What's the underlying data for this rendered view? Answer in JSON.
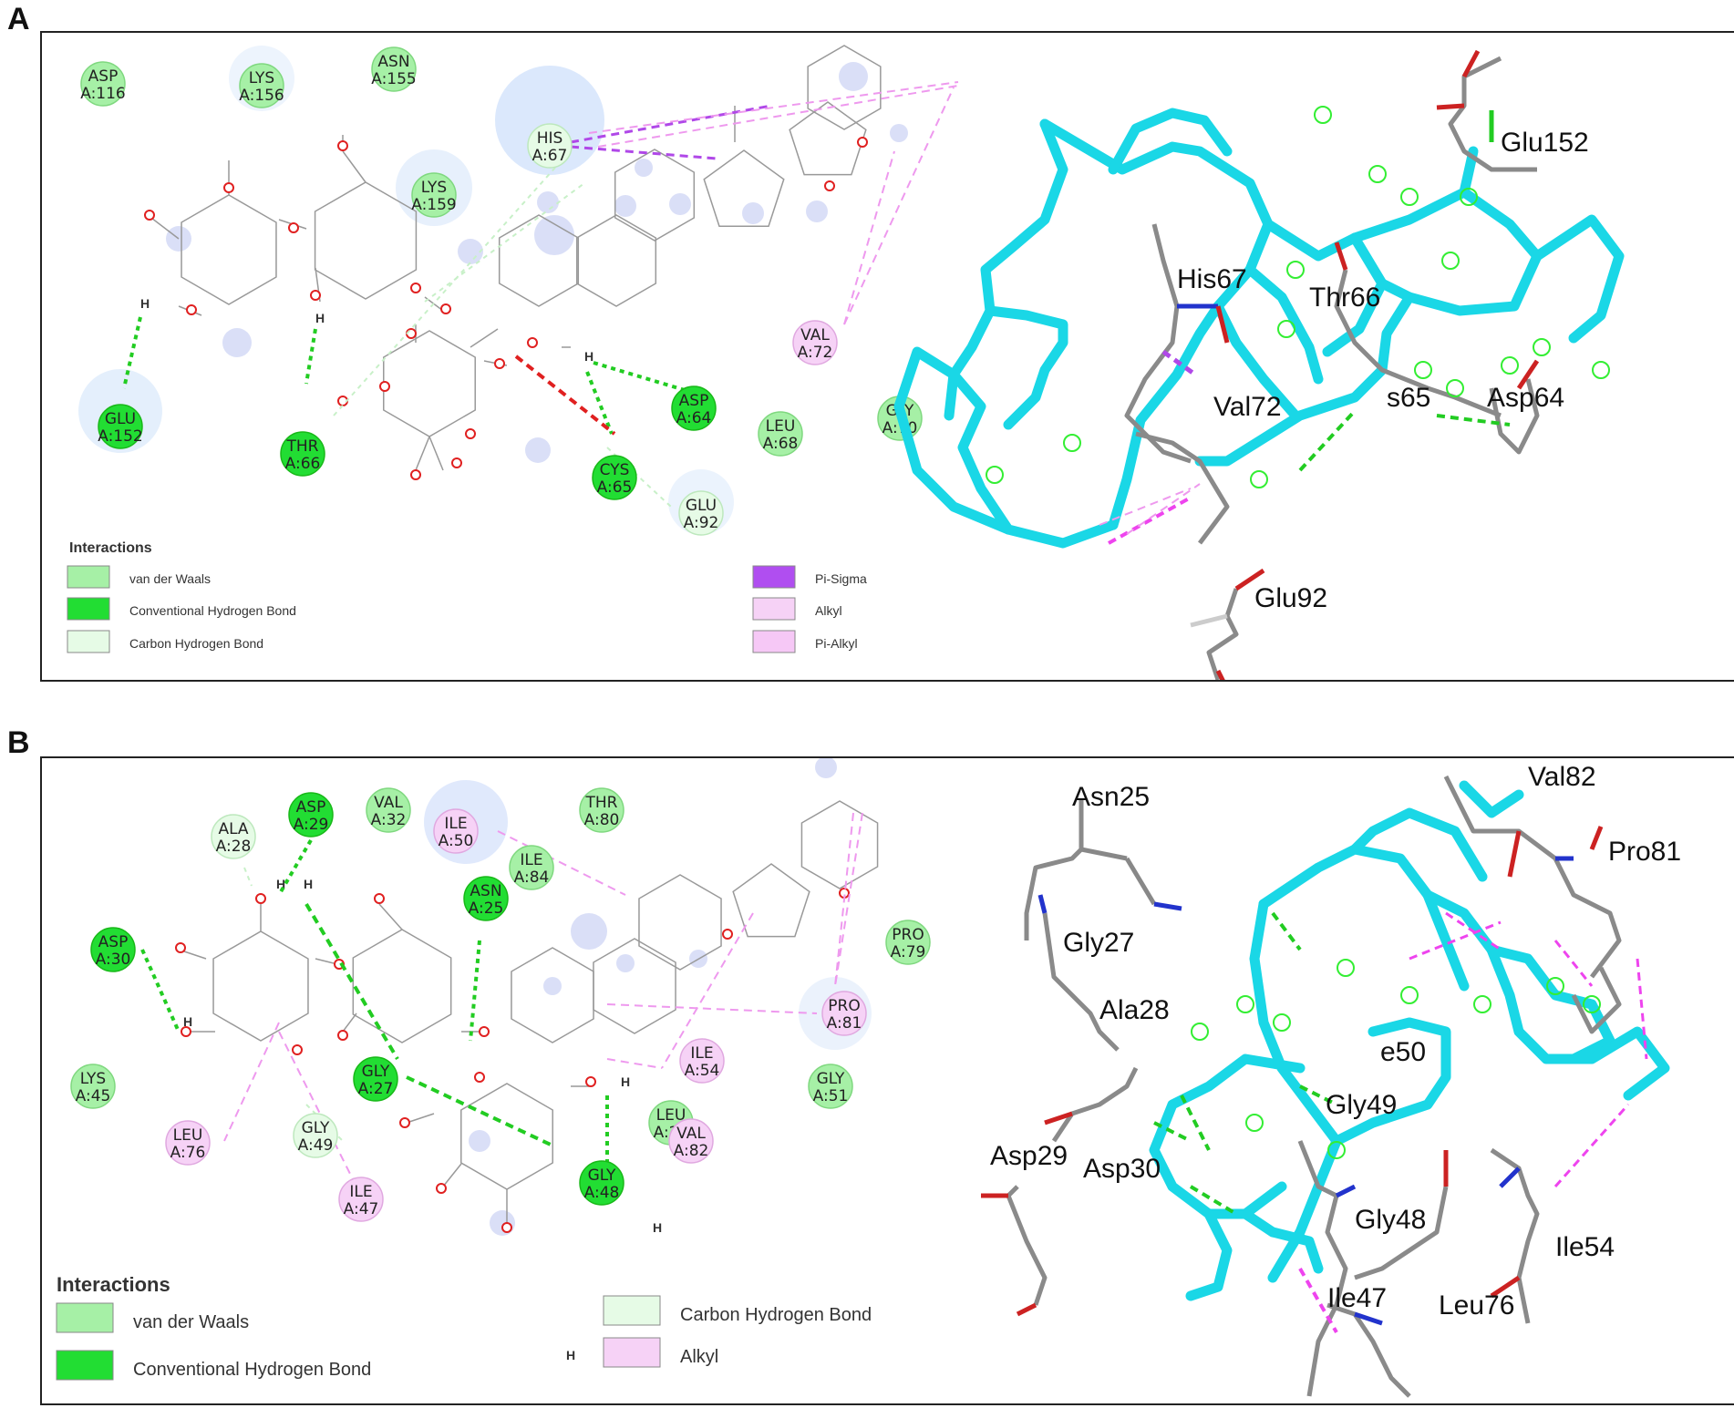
{
  "colors": {
    "vdw": "#a6f0a6",
    "conv_hbond": "#22dd33",
    "carbon_hbond": "#e6fbe6",
    "pi_sigma": "#b04ef0",
    "alkyl": "#f6d2f6",
    "pi_alkyl": "#f6c8f6",
    "ligand_cyan": "#1ad7e6",
    "hbond_line": "#22cc22",
    "unfavorable_line": "#e02020",
    "pink_line": "#ee99ee",
    "purple_line": "#b048e8"
  },
  "panels": [
    {
      "label": "A",
      "residues": [
        {
          "n1": "ASP",
          "n2": "A:116",
          "type": "vdw"
        },
        {
          "n1": "LYS",
          "n2": "A:156",
          "type": "vdw"
        },
        {
          "n1": "ASN",
          "n2": "A:155",
          "type": "vdw"
        },
        {
          "n1": "HIS",
          "n2": "A:67",
          "type": "carbon"
        },
        {
          "n1": "LYS",
          "n2": "A:159",
          "type": "vdw"
        },
        {
          "n1": "VAL",
          "n2": "A:72",
          "type": "alkyl"
        },
        {
          "n1": "GLU",
          "n2": "A:152",
          "type": "conv"
        },
        {
          "n1": "THR",
          "n2": "A:66",
          "type": "conv"
        },
        {
          "n1": "ASP",
          "n2": "A:64",
          "type": "conv"
        },
        {
          "n1": "LEU",
          "n2": "A:68",
          "type": "vdw"
        },
        {
          "n1": "GLY",
          "n2": "A:70",
          "type": "vdw"
        },
        {
          "n1": "CYS",
          "n2": "A:65",
          "type": "conv"
        },
        {
          "n1": "GLU",
          "n2": "A:92",
          "type": "carbon"
        }
      ],
      "legend_title": "Interactions",
      "legend": [
        {
          "label": "van der Waals",
          "type": "vdw"
        },
        {
          "label": "Conventional Hydrogen Bond",
          "type": "conv"
        },
        {
          "label": "Carbon Hydrogen Bond",
          "type": "carbon"
        },
        {
          "label": "Pi-Sigma",
          "type": "pisigma"
        },
        {
          "label": "Alkyl",
          "type": "alkyl"
        },
        {
          "label": "Pi-Alkyl",
          "type": "pialkyl"
        }
      ],
      "labels3d": [
        "Glu152",
        "His67",
        "Thr66",
        "Val72",
        "s65",
        "Asp64",
        "Glu92"
      ]
    },
    {
      "label": "B",
      "residues": [
        {
          "n1": "ASP",
          "n2": "A:29",
          "type": "conv"
        },
        {
          "n1": "VAL",
          "n2": "A:32",
          "type": "vdw"
        },
        {
          "n1": "ILE",
          "n2": "A:50",
          "type": "alkyl"
        },
        {
          "n1": "THR",
          "n2": "A:80",
          "type": "vdw"
        },
        {
          "n1": "ALA",
          "n2": "A:28",
          "type": "carbon"
        },
        {
          "n1": "ILE",
          "n2": "A:84",
          "type": "vdw"
        },
        {
          "n1": "ASN",
          "n2": "A:25",
          "type": "conv"
        },
        {
          "n1": "ASP",
          "n2": "A:30",
          "type": "conv"
        },
        {
          "n1": "PRO",
          "n2": "A:79",
          "type": "vdw"
        },
        {
          "n1": "PRO",
          "n2": "A:81",
          "type": "alkyl"
        },
        {
          "n1": "LYS",
          "n2": "A:45",
          "type": "vdw"
        },
        {
          "n1": "GLY",
          "n2": "A:27",
          "type": "conv"
        },
        {
          "n1": "ILE",
          "n2": "A:54",
          "type": "alkyl"
        },
        {
          "n1": "GLY",
          "n2": "A:51",
          "type": "vdw"
        },
        {
          "n1": "LEU",
          "n2": "A:23",
          "type": "vdw"
        },
        {
          "n1": "LEU",
          "n2": "A:76",
          "type": "alkyl"
        },
        {
          "n1": "GLY",
          "n2": "A:49",
          "type": "carbon"
        },
        {
          "n1": "VAL",
          "n2": "A:82",
          "type": "alkyl"
        },
        {
          "n1": "ILE",
          "n2": "A:47",
          "type": "alkyl"
        },
        {
          "n1": "GLY",
          "n2": "A:48",
          "type": "conv"
        }
      ],
      "legend_title": "Interactions",
      "legend": [
        {
          "label": "van der Waals",
          "type": "vdw"
        },
        {
          "label": "Conventional Hydrogen Bond",
          "type": "conv"
        },
        {
          "label": "Carbon Hydrogen Bond",
          "type": "carbon"
        },
        {
          "label": "Alkyl",
          "type": "alkyl"
        }
      ],
      "labels3d": [
        "Asn25",
        "Val82",
        "Pro81",
        "Gly27",
        "Ala28",
        "e50",
        "Gly49",
        "Asp29",
        "Asp30",
        "Gly48",
        "Ile54",
        "Ile47",
        "Leu76"
      ]
    }
  ]
}
